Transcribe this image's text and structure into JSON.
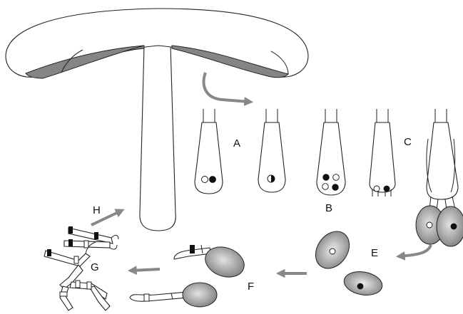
{
  "colors": {
    "gill": "#8c8c8c",
    "spore_dark": "#7e7e7e",
    "spore_light": "#e6e6e6",
    "arrow": "#888888",
    "nucleus": "#111111"
  },
  "labels": {
    "A": "A",
    "B": "B",
    "C": "C",
    "E": "E",
    "F": "F",
    "G": "G",
    "H": "H"
  }
}
